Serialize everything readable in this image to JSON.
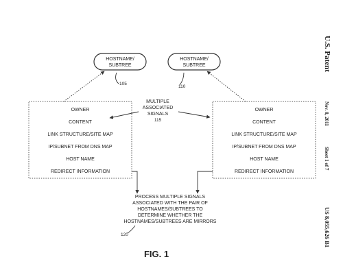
{
  "header": {
    "publication": "U.S. Patent",
    "date": "Nov. 8, 2011",
    "sheet": "Sheet 1 of 7",
    "patent_number": "US 8,055,626 B1"
  },
  "nodes": {
    "hostname_left": {
      "line1": "HOSTNAME/",
      "line2": "SUBTREE",
      "ref": "105"
    },
    "hostname_right": {
      "line1": "HOSTNAME/",
      "line2": "SUBTREE",
      "ref": "110"
    },
    "signals_label": {
      "line1": "MULTIPLE",
      "line2": "ASSOCIATED",
      "line3": "SIGNALS",
      "ref": "115"
    },
    "left_box_items": [
      "OWNER",
      "CONTENT",
      "LINK STRUCTURE/SITE MAP",
      "IP/SUBNET FROM DNS MAP",
      "HOST NAME",
      "REDIRECT INFORMATION"
    ],
    "right_box_items": [
      "OWNER",
      "CONTENT",
      "LINK STRUCTURE/SITE MAP",
      "IP/SUBNET FROM DNS MAP",
      "HOST NAME",
      "REDIRECT INFORMATION"
    ],
    "process": {
      "line1": "PROCESS MULTIPLE SIGNALS",
      "line2": "ASSOCIATED WITH THE PAIR OF",
      "line3": "HOSTNAMES/SUBTREES TO",
      "line4": "DETERMINE WHETHER THE",
      "line5": "HOSTNAMES/SUBTREES ARE MIRRORS",
      "ref": "120"
    }
  },
  "figure_label": "FIG. 1"
}
